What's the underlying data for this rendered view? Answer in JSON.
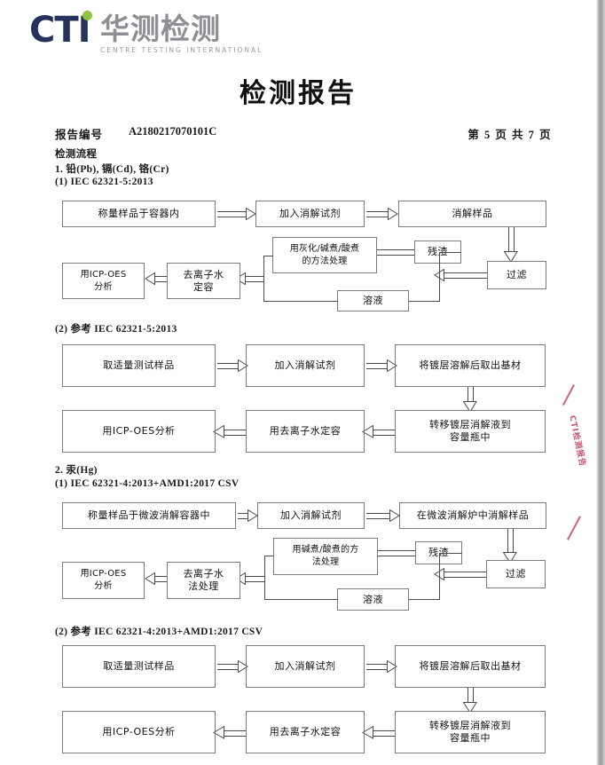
{
  "brand": {
    "mark": "CTI",
    "chinese": "华测检测",
    "tagline": "CENTRE TESTING INTERNATIONAL",
    "navy": "#26315c",
    "green": "#8cc63e",
    "gray": "#8e8e94"
  },
  "title": "检测报告",
  "header": {
    "report_label": "报告编号",
    "report_no": "A2180217070101C",
    "pagination": "第 5 页  共 7 页"
  },
  "section_heading": "检测流程",
  "watermark": {
    "text": "CTI检测报告",
    "color": "#c0395c"
  },
  "sections": [
    {
      "id": "pb-cd-cr",
      "heading": "1. 铅(Pb), 镉(Cd), 铬(Cr)",
      "subheading": "(1) IEC 62321-5:2013",
      "nodes": {
        "n1": "称量样品于容器内",
        "n2": "加入消解试剂",
        "n3": "消解样品",
        "n4": "过滤",
        "n5": "残渣",
        "n6": "溶液",
        "n7_line1": "用灰化/碱煮/酸煮",
        "n7_line2": "的方法处理",
        "n8_line1": "去离子水",
        "n8_line2": "定容",
        "n9_line1": "用ICP-OES",
        "n9_line2": "分析"
      }
    },
    {
      "id": "pb-cd-cr-ref",
      "heading": "(2) 参考 IEC 62321-5:2013",
      "nodes": {
        "m1": "取适量测试样品",
        "m2": "加入消解试剂",
        "m3": "将镀层溶解后取出基材",
        "m4_line1": "转移镀层消解液到",
        "m4_line2": "容量瓶中",
        "m5": "用去离子水定容",
        "m6": "用ICP-OES分析"
      }
    },
    {
      "id": "hg",
      "heading": "2. 汞(Hg)",
      "subheading": "(1) IEC 62321-4:2013+AMD1:2017 CSV",
      "nodes": {
        "n1": "称量样品于微波消解容器中",
        "n2": "加入消解试剂",
        "n3": "在微波消解炉中消解样品",
        "n4": "过滤",
        "n5": "残渣",
        "n6": "溶液",
        "n7_line1": "用碱煮/酸煮的方",
        "n7_line2": "法处理",
        "n8_line1": "去离子水",
        "n8_line2": "法处理",
        "n9_line1": "用ICP-OES",
        "n9_line2": "分析"
      }
    },
    {
      "id": "hg-ref",
      "heading": "(2) 参考 IEC 62321-4:2013+AMD1:2017 CSV",
      "nodes": {
        "m1": "取适量测试样品",
        "m2": "加入消解试剂",
        "m3": "将镀层溶解后取出基材",
        "m4_line1": "转移镀层消解液到",
        "m4_line2": "容量瓶中",
        "m5": "用去离子水定容",
        "m6": "用ICP-OES分析"
      }
    }
  ]
}
